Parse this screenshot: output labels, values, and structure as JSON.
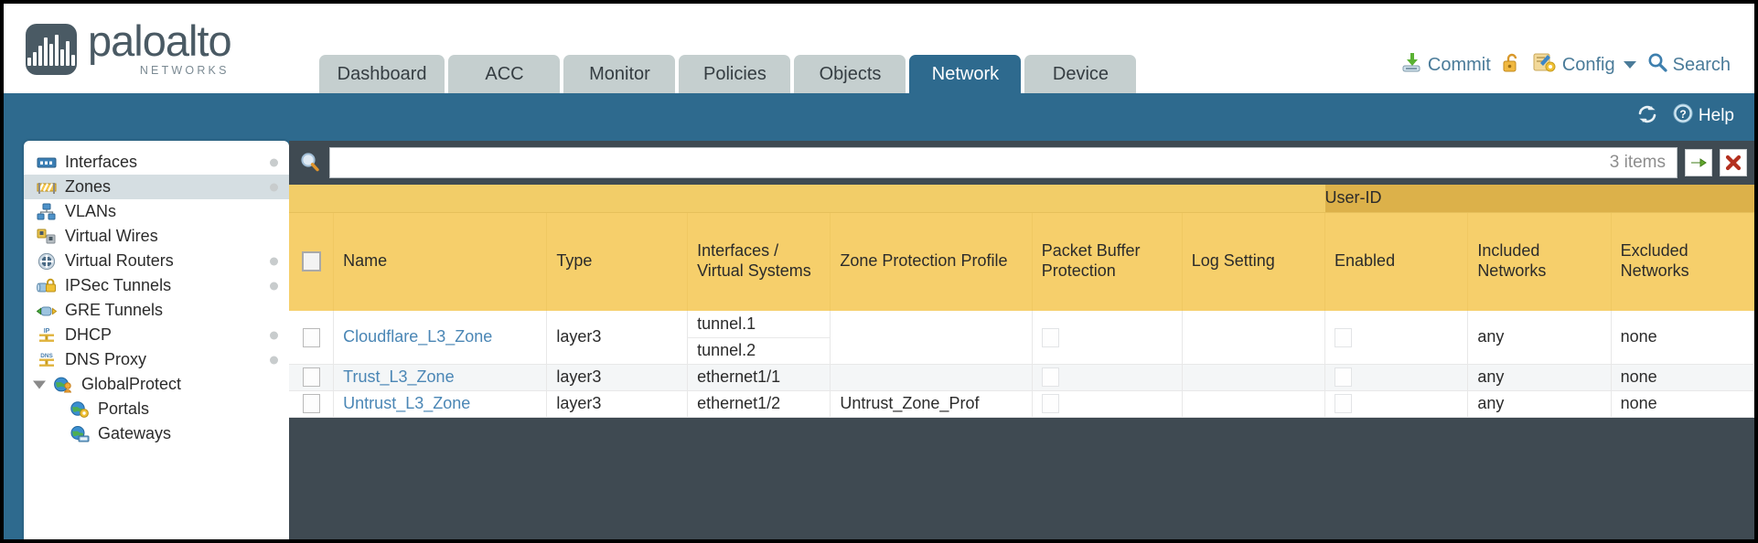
{
  "brand": {
    "name": "paloalto",
    "tagline": "NETWORKS",
    "registered": "®"
  },
  "tabs": [
    {
      "label": "Dashboard",
      "active": false
    },
    {
      "label": "ACC",
      "active": false
    },
    {
      "label": "Monitor",
      "active": false
    },
    {
      "label": "Policies",
      "active": false
    },
    {
      "label": "Objects",
      "active": false
    },
    {
      "label": "Network",
      "active": true
    },
    {
      "label": "Device",
      "active": false
    }
  ],
  "header_actions": {
    "commit": "Commit",
    "lock_icon": "unlock-icon",
    "config": "Config",
    "search": "Search"
  },
  "band": {
    "refresh_icon": "refresh-icon",
    "help": "Help"
  },
  "sidebar": {
    "items": [
      {
        "label": "Interfaces",
        "icon": "interfaces-icon",
        "dot": true,
        "selected": false,
        "child": false,
        "expandable": false
      },
      {
        "label": "Zones",
        "icon": "zones-icon",
        "dot": true,
        "selected": true,
        "child": false,
        "expandable": false
      },
      {
        "label": "VLANs",
        "icon": "vlans-icon",
        "dot": false,
        "selected": false,
        "child": false,
        "expandable": false
      },
      {
        "label": "Virtual Wires",
        "icon": "virtual-wires-icon",
        "dot": false,
        "selected": false,
        "child": false,
        "expandable": false
      },
      {
        "label": "Virtual Routers",
        "icon": "virtual-routers-icon",
        "dot": true,
        "selected": false,
        "child": false,
        "expandable": false
      },
      {
        "label": "IPSec Tunnels",
        "icon": "ipsec-tunnels-icon",
        "dot": true,
        "selected": false,
        "child": false,
        "expandable": false
      },
      {
        "label": "GRE Tunnels",
        "icon": "gre-tunnels-icon",
        "dot": false,
        "selected": false,
        "child": false,
        "expandable": false
      },
      {
        "label": "DHCP",
        "icon": "dhcp-icon",
        "dot": true,
        "selected": false,
        "child": false,
        "expandable": false
      },
      {
        "label": "DNS Proxy",
        "icon": "dns-proxy-icon",
        "dot": true,
        "selected": false,
        "child": false,
        "expandable": false
      },
      {
        "label": "GlobalProtect",
        "icon": "globalprotect-icon",
        "dot": false,
        "selected": false,
        "child": false,
        "expandable": true
      },
      {
        "label": "Portals",
        "icon": "portals-icon",
        "dot": false,
        "selected": false,
        "child": true,
        "expandable": false
      },
      {
        "label": "Gateways",
        "icon": "gateways-icon",
        "dot": false,
        "selected": false,
        "child": true,
        "expandable": false
      }
    ]
  },
  "search": {
    "value": "",
    "placeholder": "",
    "item_count": "3 items",
    "apply_icon": "green-arrow-icon",
    "clear_icon": "red-x-icon"
  },
  "table": {
    "group_header": "User-ID",
    "columns": [
      "Name",
      "Type",
      "Interfaces / Virtual Systems",
      "Zone Protection Profile",
      "Packet Buffer Protection",
      "Log Setting",
      "Enabled",
      "Included Networks",
      "Excluded Networks"
    ],
    "rows": [
      {
        "selected": false,
        "name": "Cloudflare_L3_Zone",
        "type": "layer3",
        "interfaces": [
          "tunnel.1",
          "tunnel.2"
        ],
        "zone_protection_profile": "",
        "packet_buffer_protection": false,
        "log_setting": "",
        "userid_enabled": false,
        "included_networks": "any",
        "excluded_networks": "none"
      },
      {
        "selected": false,
        "name": "Trust_L3_Zone",
        "type": "layer3",
        "interfaces": [
          "ethernet1/1"
        ],
        "zone_protection_profile": "",
        "packet_buffer_protection": false,
        "log_setting": "",
        "userid_enabled": false,
        "included_networks": "any",
        "excluded_networks": "none"
      },
      {
        "selected": false,
        "name": "Untrust_L3_Zone",
        "type": "layer3",
        "interfaces": [
          "ethernet1/2"
        ],
        "zone_protection_profile": "Untrust_Zone_Prof",
        "packet_buffer_protection": false,
        "log_setting": "",
        "userid_enabled": false,
        "included_networks": "any",
        "excluded_networks": "none"
      }
    ]
  },
  "colors": {
    "brand_blue": "#2e6a8e",
    "header_gold": "#f6cf6b",
    "group_gold": "#dcb14a",
    "link_blue": "#4a86b5",
    "panel_dark": "#3f4a52"
  }
}
